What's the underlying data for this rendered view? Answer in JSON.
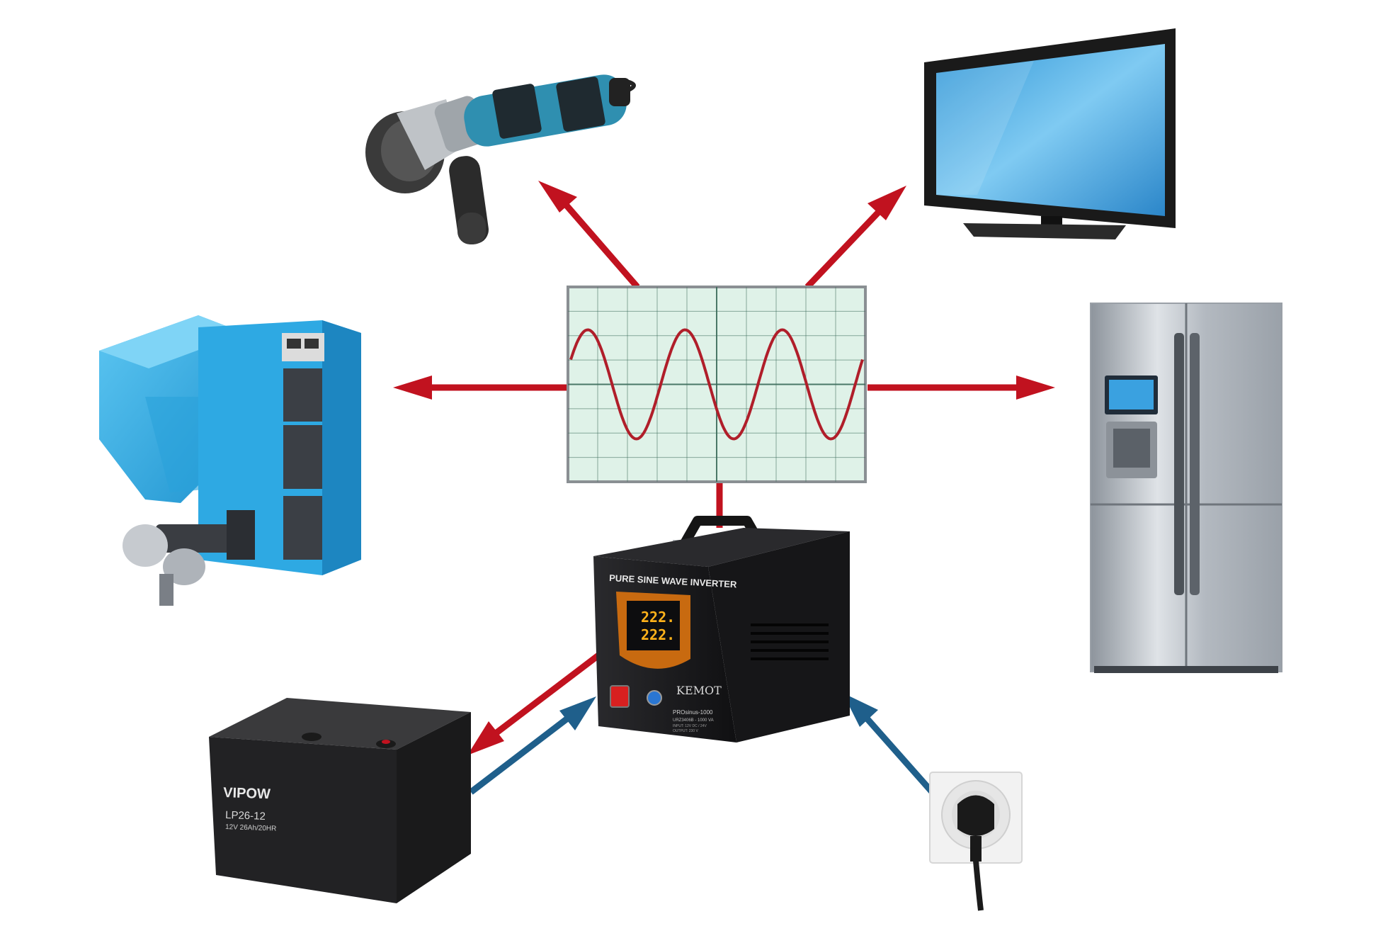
{
  "inverter": {
    "header": "PURE SINE WAVE INVERTER",
    "display_line1": "222.",
    "display_line2": "222.",
    "brand": "KEMOT",
    "model": "PROsinus-1000",
    "model_code": "URZ3406B - 1000 VA",
    "input_spec": "INPUT: 12V DC / 24V",
    "output_spec": "OUTPUT: 230 V"
  },
  "battery": {
    "brand": "VIPOW",
    "model": "LP26-12",
    "spec": "12V 26Ah/20HR"
  },
  "colors": {
    "output_arrow": "#c1121f",
    "input_arrow": "#1f5f8b",
    "scope_bg": "#dff2e8",
    "scope_grid": "#3a6b5a",
    "waveform": "#b01e2a",
    "boiler": "#33aee6",
    "tv_screen": "#59b8ec",
    "fridge": "#b8bec6",
    "inverter_body": "#1c1c1e",
    "inverter_shield": "#c86a10"
  },
  "icons": [
    "angle-grinder-icon",
    "television-icon",
    "pellet-boiler-icon",
    "refrigerator-icon",
    "battery-icon",
    "wall-socket-icon",
    "oscilloscope-icon",
    "inverter-icon"
  ]
}
